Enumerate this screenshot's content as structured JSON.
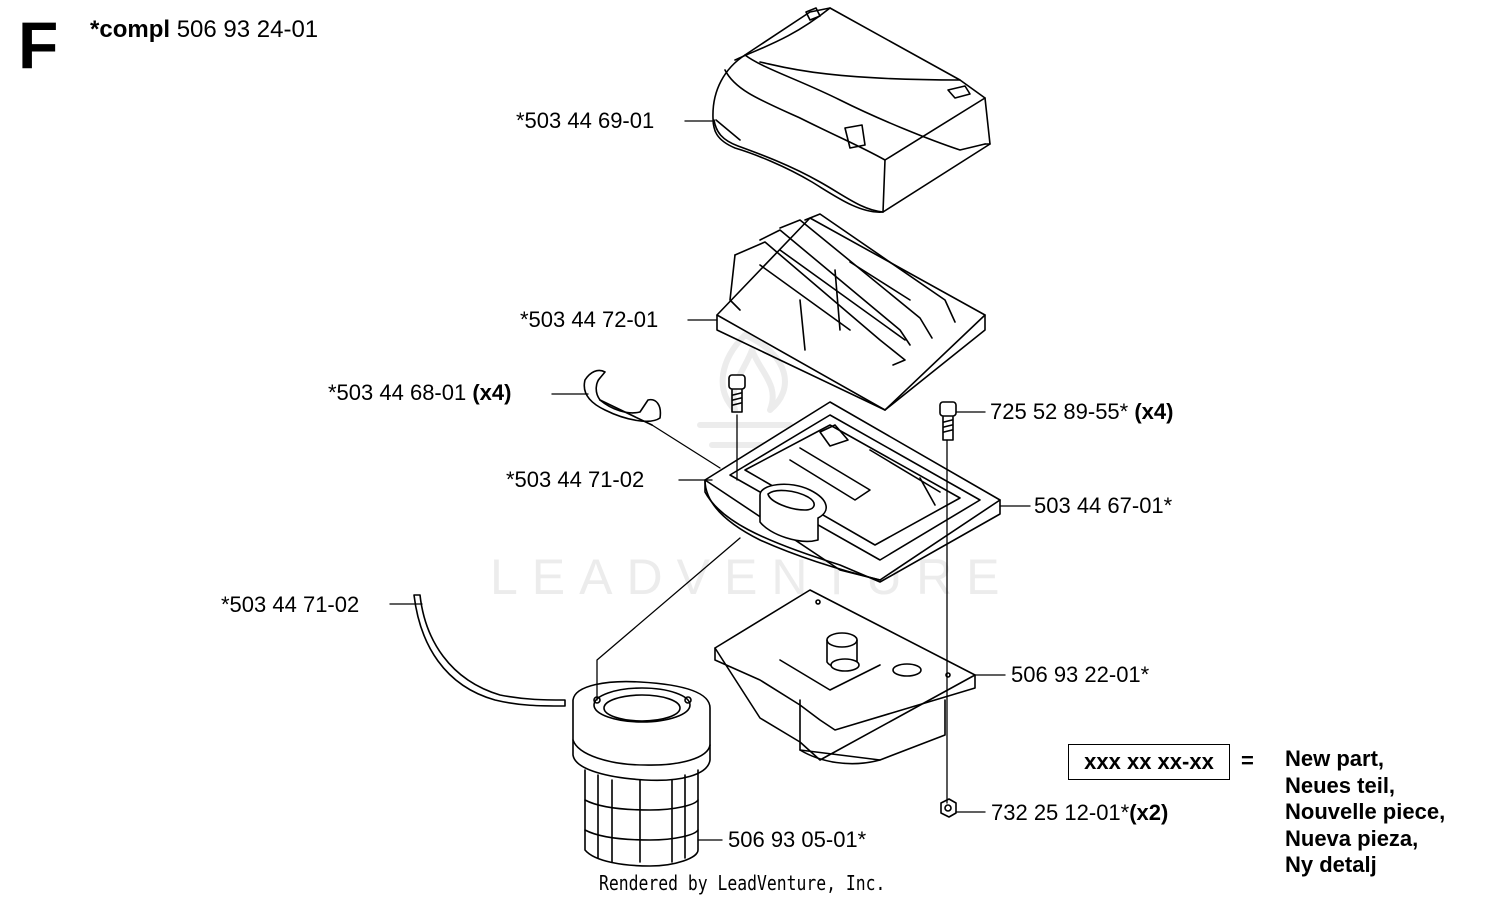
{
  "section_letter": "F",
  "assembly": {
    "prefix": "*compl",
    "number": "506 93 24-01"
  },
  "parts": [
    {
      "number": "*503 44 69-01",
      "qty": ""
    },
    {
      "number": "*503 44 72-01",
      "qty": ""
    },
    {
      "number": "*503 44 68-01",
      "qty": "(x4)"
    },
    {
      "number": "725 52 89-55*",
      "qty": "(x4)"
    },
    {
      "number": "*503 44 71-02",
      "qty": ""
    },
    {
      "number": "503 44 67-01*",
      "qty": ""
    },
    {
      "number": "*503 44 71-02",
      "qty": ""
    },
    {
      "number": "506 93 22-01*",
      "qty": ""
    },
    {
      "number": "732 25 12-01*",
      "qty": "(x2)"
    },
    {
      "number": "506 93 05-01*",
      "qty": ""
    }
  ],
  "legend": {
    "symbol": "xxx xx xx-xx",
    "equals": "=",
    "lines": [
      "New part,",
      "Neues teil,",
      "Nouvelle piece,",
      "Nueva pieza,",
      "Ny detalj"
    ]
  },
  "watermark": "LEADVENTURE",
  "footer": "Rendered by LeadVenture, Inc."
}
